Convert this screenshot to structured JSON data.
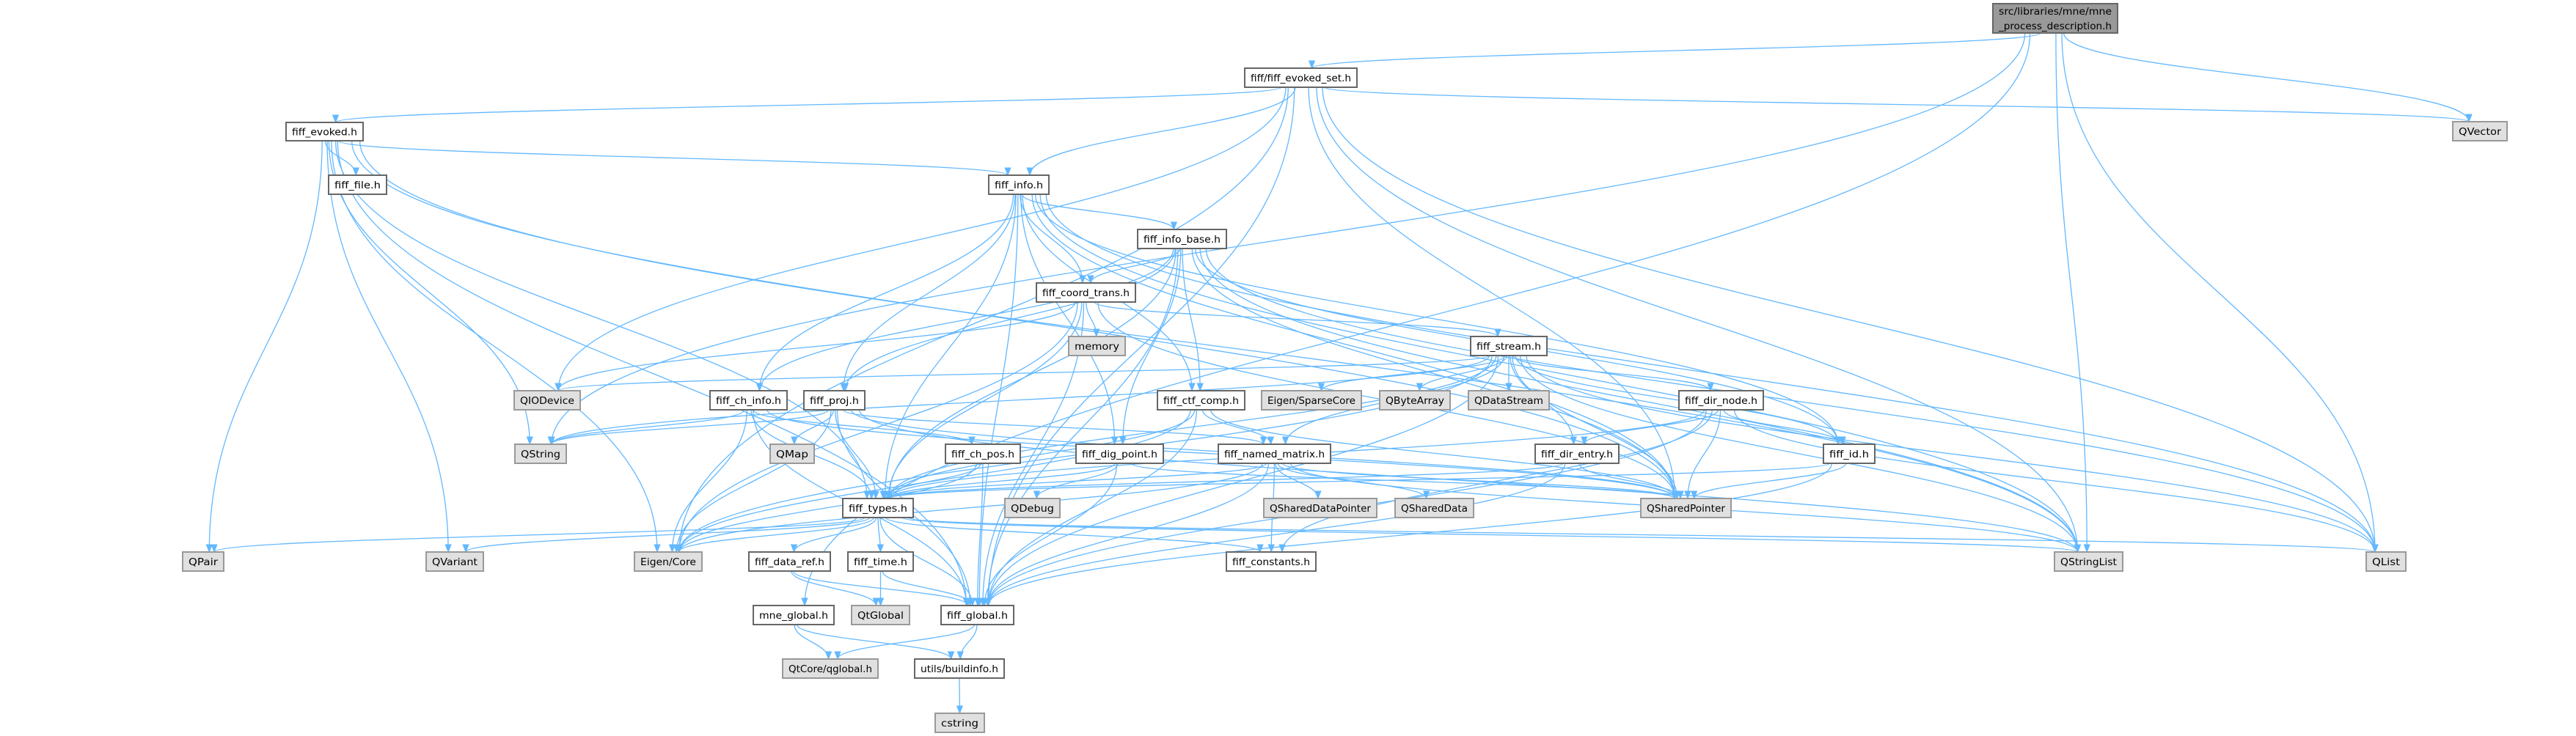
{
  "title": "Include dependency graph for mne_process_description.h",
  "colors": {
    "edge": "#63b8ff",
    "root_fill": "#999999",
    "external_fill": "#e0e0e0",
    "file_fill": "#ffffff"
  },
  "nodes": [
    {
      "id": "root",
      "kind": "root",
      "lines": [
        "src/libraries/mne/mne",
        "_process_description.h"
      ]
    },
    {
      "id": "evoked_set",
      "kind": "file",
      "lines": [
        "fiff/fiff_evoked_set.h"
      ]
    },
    {
      "id": "qvector",
      "kind": "external",
      "lines": [
        "QVector"
      ]
    },
    {
      "id": "evoked",
      "kind": "file",
      "lines": [
        "fiff_evoked.h"
      ]
    },
    {
      "id": "file",
      "kind": "file",
      "lines": [
        "fiff_file.h"
      ]
    },
    {
      "id": "info",
      "kind": "file",
      "lines": [
        "fiff_info.h"
      ]
    },
    {
      "id": "info_base",
      "kind": "file",
      "lines": [
        "fiff_info_base.h"
      ]
    },
    {
      "id": "coord_trans",
      "kind": "file",
      "lines": [
        "fiff_coord_trans.h"
      ]
    },
    {
      "id": "memory",
      "kind": "external",
      "lines": [
        "memory"
      ]
    },
    {
      "id": "stream",
      "kind": "file",
      "lines": [
        "fiff_stream.h"
      ]
    },
    {
      "id": "qiodevice",
      "kind": "external",
      "lines": [
        "QIODevice"
      ]
    },
    {
      "id": "ch_info",
      "kind": "file",
      "lines": [
        "fiff_ch_info.h"
      ]
    },
    {
      "id": "proj",
      "kind": "file",
      "lines": [
        "fiff_proj.h"
      ]
    },
    {
      "id": "ctf_comp",
      "kind": "file",
      "lines": [
        "fiff_ctf_comp.h"
      ]
    },
    {
      "id": "sparsecore",
      "kind": "external",
      "lines": [
        "Eigen/SparseCore"
      ]
    },
    {
      "id": "qbytearray",
      "kind": "external",
      "lines": [
        "QByteArray"
      ]
    },
    {
      "id": "qdatastream",
      "kind": "external",
      "lines": [
        "QDataStream"
      ]
    },
    {
      "id": "dir_node",
      "kind": "file",
      "lines": [
        "fiff_dir_node.h"
      ]
    },
    {
      "id": "qstring",
      "kind": "external",
      "lines": [
        "QString"
      ]
    },
    {
      "id": "qmap",
      "kind": "external",
      "lines": [
        "QMap"
      ]
    },
    {
      "id": "ch_pos",
      "kind": "file",
      "lines": [
        "fiff_ch_pos.h"
      ]
    },
    {
      "id": "dig_point",
      "kind": "file",
      "lines": [
        "fiff_dig_point.h"
      ]
    },
    {
      "id": "named_matrix",
      "kind": "file",
      "lines": [
        "fiff_named_matrix.h"
      ]
    },
    {
      "id": "dir_entry",
      "kind": "file",
      "lines": [
        "fiff_dir_entry.h"
      ]
    },
    {
      "id": "id",
      "kind": "file",
      "lines": [
        "fiff_id.h"
      ]
    },
    {
      "id": "types",
      "kind": "file",
      "lines": [
        "fiff_types.h"
      ]
    },
    {
      "id": "qdebug",
      "kind": "external",
      "lines": [
        "QDebug"
      ]
    },
    {
      "id": "qshareddatapointer",
      "kind": "external",
      "lines": [
        "QSharedDataPointer"
      ]
    },
    {
      "id": "qshareddata",
      "kind": "external",
      "lines": [
        "QSharedData"
      ]
    },
    {
      "id": "qsharedpointer",
      "kind": "external",
      "lines": [
        "QSharedPointer"
      ]
    },
    {
      "id": "qpair",
      "kind": "external",
      "lines": [
        "QPair"
      ]
    },
    {
      "id": "qvariant",
      "kind": "external",
      "lines": [
        "QVariant"
      ]
    },
    {
      "id": "eigen_core",
      "kind": "external",
      "lines": [
        "Eigen/Core"
      ]
    },
    {
      "id": "data_ref",
      "kind": "file",
      "lines": [
        "fiff_data_ref.h"
      ]
    },
    {
      "id": "time",
      "kind": "file",
      "lines": [
        "fiff_time.h"
      ]
    },
    {
      "id": "constants",
      "kind": "file",
      "lines": [
        "fiff_constants.h"
      ]
    },
    {
      "id": "qstringlist",
      "kind": "external",
      "lines": [
        "QStringList"
      ]
    },
    {
      "id": "qlist",
      "kind": "external",
      "lines": [
        "QList"
      ]
    },
    {
      "id": "mne_global",
      "kind": "file",
      "lines": [
        "mne_global.h"
      ]
    },
    {
      "id": "qtglobal",
      "kind": "external",
      "lines": [
        "QtGlobal"
      ]
    },
    {
      "id": "fiff_global",
      "kind": "file",
      "lines": [
        "fiff_global.h"
      ]
    },
    {
      "id": "qglobal",
      "kind": "external",
      "lines": [
        "QtCore/qglobal.h"
      ]
    },
    {
      "id": "buildinfo",
      "kind": "file",
      "lines": [
        "utils/buildinfo.h"
      ]
    },
    {
      "id": "cstring",
      "kind": "external",
      "lines": [
        "cstring"
      ]
    }
  ],
  "edges": [
    [
      "root",
      "evoked_set"
    ],
    [
      "root",
      "qvector"
    ],
    [
      "root",
      "qlist"
    ],
    [
      "root",
      "qstringlist"
    ],
    [
      "root",
      "mne_global"
    ],
    [
      "root",
      "qstring"
    ],
    [
      "evoked_set",
      "evoked"
    ],
    [
      "evoked_set",
      "info"
    ],
    [
      "evoked_set",
      "qiodevice"
    ],
    [
      "evoked_set",
      "qlist"
    ],
    [
      "evoked_set",
      "qstringlist"
    ],
    [
      "evoked_set",
      "qsharedpointer"
    ],
    [
      "evoked_set",
      "qvector"
    ],
    [
      "evoked_set",
      "eigen_core"
    ],
    [
      "evoked_set",
      "fiff_global"
    ],
    [
      "evoked",
      "file"
    ],
    [
      "evoked",
      "info"
    ],
    [
      "evoked",
      "types"
    ],
    [
      "evoked",
      "qpair"
    ],
    [
      "evoked",
      "qvariant"
    ],
    [
      "evoked",
      "eigen_core"
    ],
    [
      "evoked",
      "qsharedpointer"
    ],
    [
      "evoked",
      "qstring"
    ],
    [
      "evoked",
      "qstringlist"
    ],
    [
      "evoked",
      "fiff_global"
    ],
    [
      "info",
      "info_base"
    ],
    [
      "info",
      "coord_trans"
    ],
    [
      "info",
      "ch_info"
    ],
    [
      "info",
      "proj"
    ],
    [
      "info",
      "ctf_comp"
    ],
    [
      "info",
      "dig_point"
    ],
    [
      "info",
      "types"
    ],
    [
      "info",
      "id"
    ],
    [
      "info",
      "qlist"
    ],
    [
      "info",
      "qstringlist"
    ],
    [
      "info",
      "qsharedpointer"
    ],
    [
      "info",
      "fiff_global"
    ],
    [
      "info_base",
      "coord_trans"
    ],
    [
      "info_base",
      "ch_info"
    ],
    [
      "info_base",
      "dig_point"
    ],
    [
      "info_base",
      "ctf_comp"
    ],
    [
      "info_base",
      "proj"
    ],
    [
      "info_base",
      "id"
    ],
    [
      "info_base",
      "types"
    ],
    [
      "info_base",
      "qlist"
    ],
    [
      "info_base",
      "qstringlist"
    ],
    [
      "info_base",
      "qsharedpointer"
    ],
    [
      "info_base",
      "fiff_global"
    ],
    [
      "coord_trans",
      "memory"
    ],
    [
      "coord_trans",
      "stream"
    ],
    [
      "coord_trans",
      "types"
    ],
    [
      "coord_trans",
      "eigen_core"
    ],
    [
      "coord_trans",
      "qiodevice"
    ],
    [
      "coord_trans",
      "qsharedpointer"
    ],
    [
      "coord_trans",
      "fiff_global"
    ],
    [
      "stream",
      "sparsecore"
    ],
    [
      "stream",
      "qbytearray"
    ],
    [
      "stream",
      "qdatastream"
    ],
    [
      "stream",
      "dir_node"
    ],
    [
      "stream",
      "dir_entry"
    ],
    [
      "stream",
      "id"
    ],
    [
      "stream",
      "qsharedpointer"
    ],
    [
      "stream",
      "qstringlist"
    ],
    [
      "stream",
      "qlist"
    ],
    [
      "stream",
      "qiodevice"
    ],
    [
      "stream",
      "qstring"
    ],
    [
      "stream",
      "types"
    ],
    [
      "stream",
      "named_matrix"
    ],
    [
      "stream",
      "eigen_core"
    ],
    [
      "stream",
      "fiff_global"
    ],
    [
      "dir_node",
      "dir_entry"
    ],
    [
      "dir_node",
      "id"
    ],
    [
      "dir_node",
      "qsharedpointer"
    ],
    [
      "dir_node",
      "types"
    ],
    [
      "dir_node",
      "constants"
    ],
    [
      "dir_node",
      "qlist"
    ],
    [
      "dir_node",
      "fiff_global"
    ],
    [
      "dir_entry",
      "qsharedpointer"
    ],
    [
      "dir_entry",
      "types"
    ],
    [
      "dir_entry",
      "fiff_global"
    ],
    [
      "id",
      "qsharedpointer"
    ],
    [
      "id",
      "types"
    ],
    [
      "id",
      "fiff_global"
    ],
    [
      "ch_info",
      "ch_pos"
    ],
    [
      "ch_info",
      "types"
    ],
    [
      "ch_info",
      "qstring"
    ],
    [
      "ch_info",
      "eigen_core"
    ],
    [
      "ch_info",
      "qsharedpointer"
    ],
    [
      "ch_info",
      "fiff_global"
    ],
    [
      "proj",
      "named_matrix"
    ],
    [
      "proj",
      "types"
    ],
    [
      "proj",
      "qmap"
    ],
    [
      "proj",
      "qstring"
    ],
    [
      "proj",
      "eigen_core"
    ],
    [
      "proj",
      "qsharedpointer"
    ],
    [
      "proj",
      "qstringlist"
    ],
    [
      "proj",
      "fiff_global"
    ],
    [
      "ctf_comp",
      "named_matrix"
    ],
    [
      "ctf_comp",
      "types"
    ],
    [
      "ctf_comp",
      "eigen_core"
    ],
    [
      "ctf_comp",
      "qsharedpointer"
    ],
    [
      "ctf_comp",
      "fiff_global"
    ],
    [
      "ch_pos",
      "types"
    ],
    [
      "ch_pos",
      "eigen_core"
    ],
    [
      "ch_pos",
      "fiff_global"
    ],
    [
      "dig_point",
      "qdebug"
    ],
    [
      "dig_point",
      "types"
    ],
    [
      "dig_point",
      "qsharedpointer"
    ],
    [
      "dig_point",
      "fiff_global"
    ],
    [
      "named_matrix",
      "qshareddatapointer"
    ],
    [
      "named_matrix",
      "qshareddata"
    ],
    [
      "named_matrix",
      "constants"
    ],
    [
      "named_matrix",
      "types"
    ],
    [
      "named_matrix",
      "eigen_core"
    ],
    [
      "named_matrix",
      "qsharedpointer"
    ],
    [
      "named_matrix",
      "qstringlist"
    ],
    [
      "named_matrix",
      "fiff_global"
    ],
    [
      "types",
      "qpair"
    ],
    [
      "types",
      "qvariant"
    ],
    [
      "types",
      "eigen_core"
    ],
    [
      "types",
      "data_ref"
    ],
    [
      "types",
      "time"
    ],
    [
      "types",
      "constants"
    ],
    [
      "types",
      "qlist"
    ],
    [
      "types",
      "qstringlist"
    ],
    [
      "types",
      "fiff_global"
    ],
    [
      "data_ref",
      "qtglobal"
    ],
    [
      "data_ref",
      "fiff_global"
    ],
    [
      "time",
      "qtglobal"
    ],
    [
      "time",
      "fiff_global"
    ],
    [
      "mne_global",
      "qglobal"
    ],
    [
      "mne_global",
      "buildinfo"
    ],
    [
      "fiff_global",
      "qglobal"
    ],
    [
      "fiff_global",
      "buildinfo"
    ],
    [
      "buildinfo",
      "cstring"
    ]
  ]
}
